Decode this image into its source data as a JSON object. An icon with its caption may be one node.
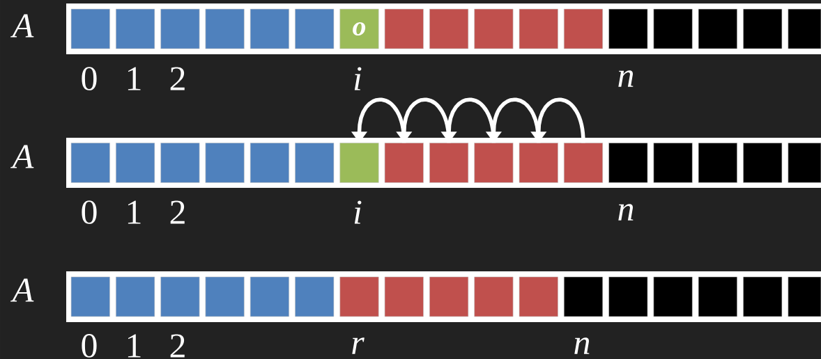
{
  "diagram": {
    "nodes": [
      {
        "text": [],
        "shape": "bar"
      },
      {
        "text": [],
        "shape": "box",
        "in": 0
      },
      {
        "text": [],
        "shape": "box",
        "in": 0
      },
      {
        "text": [],
        "shape": "box",
        "in": 0
      },
      {
        "text": [],
        "shape": "box",
        "in": 0
      },
      {
        "text": [],
        "shape": "box",
        "in": 0
      },
      {
        "text": [],
        "shape": "box",
        "in": 0
      },
      {
        "text": [
          "o"
        ],
        "in": 0
      },
      {
        "text": [],
        "shape": "box",
        "in": 0
      },
      {
        "text": [],
        "shape": "box",
        "in": 0
      },
      {
        "text": [],
        "shape": "box",
        "in": 0
      },
      {
        "text": [],
        "shape": "box",
        "in": 0
      },
      {
        "text": [],
        "shape": "box",
        "in": 0
      },
      {
        "text": [],
        "shape": "box",
        "in": 0
      },
      {
        "text": [],
        "shape": "box",
        "in": 0
      },
      {
        "text": [],
        "shape": "box",
        "in": 0
      },
      {
        "text": [],
        "shape": "box",
        "in": 0
      },
      {
        "text": [],
        "shape": "box",
        "in": 0
      },
      {
        "text": [],
        "shape": "bar"
      },
      {
        "text": [],
        "shape": "box",
        "in": 18
      },
      {
        "text": [],
        "shape": "box",
        "in": 18
      },
      {
        "text": [],
        "shape": "box",
        "in": 18
      },
      {
        "text": [],
        "shape": "box",
        "in": 18
      },
      {
        "text": [],
        "shape": "box",
        "in": 18
      },
      {
        "text": [],
        "shape": "box",
        "in": 18
      },
      {
        "text": [],
        "shape": "box",
        "in": 18
      },
      {
        "text": [],
        "shape": "box",
        "in": 18
      },
      {
        "text": [],
        "shape": "box",
        "in": 18
      },
      {
        "text": [],
        "shape": "box",
        "in": 18
      },
      {
        "text": [],
        "shape": "box",
        "in": 18
      },
      {
        "text": [],
        "shape": "box",
        "in": 18
      },
      {
        "text": [],
        "shape": "box",
        "in": 18
      },
      {
        "text": [],
        "shape": "box",
        "in": 18
      },
      {
        "text": [],
        "shape": "box",
        "in": 18
      },
      {
        "text": [],
        "shape": "box",
        "in": 18
      },
      {
        "text": [],
        "shape": "box",
        "in": 18
      },
      {
        "text": [],
        "shape": "bar"
      },
      {
        "text": [],
        "shape": "box",
        "in": 36
      },
      {
        "text": [],
        "shape": "box",
        "in": 36
      },
      {
        "text": [],
        "shape": "box",
        "in": 36
      },
      {
        "text": [],
        "shape": "box",
        "in": 36
      },
      {
        "text": [],
        "shape": "box",
        "in": 36
      },
      {
        "text": [],
        "shape": "box",
        "in": 36
      },
      {
        "text": [],
        "shape": "box",
        "in": 36
      },
      {
        "text": [],
        "shape": "box",
        "in": 36
      },
      {
        "text": [],
        "shape": "box",
        "in": 36
      },
      {
        "text": [],
        "shape": "box",
        "in": 36
      },
      {
        "text": [],
        "shape": "box",
        "in": 36
      },
      {
        "text": [],
        "shape": "box",
        "in": 36
      },
      {
        "text": [],
        "shape": "box",
        "in": 36
      },
      {
        "text": [],
        "shape": "box",
        "in": 36
      },
      {
        "text": [],
        "shape": "box",
        "in": 36
      },
      {
        "text": [],
        "shape": "box",
        "in": 36
      },
      {
        "text": [],
        "shape": "box",
        "in": 36
      }
    ],
    "edges": [
      {
        "from": 26,
        "to": 25,
        "arrow": "to"
      },
      {
        "from": 27,
        "to": 26,
        "arrow": "to"
      },
      {
        "from": 28,
        "to": 27,
        "arrow": "to"
      },
      {
        "from": 29,
        "to": 28,
        "arrow": "to"
      },
      {
        "from": 30,
        "to": 29,
        "arrow": "to"
      }
    ],
    "labels": [
      "A",
      "0",
      "1",
      "2",
      "i",
      "n",
      "A",
      "0",
      "1",
      "2",
      "i",
      "n",
      "A",
      "0",
      "1",
      "2",
      "r",
      "n"
    ]
  }
}
